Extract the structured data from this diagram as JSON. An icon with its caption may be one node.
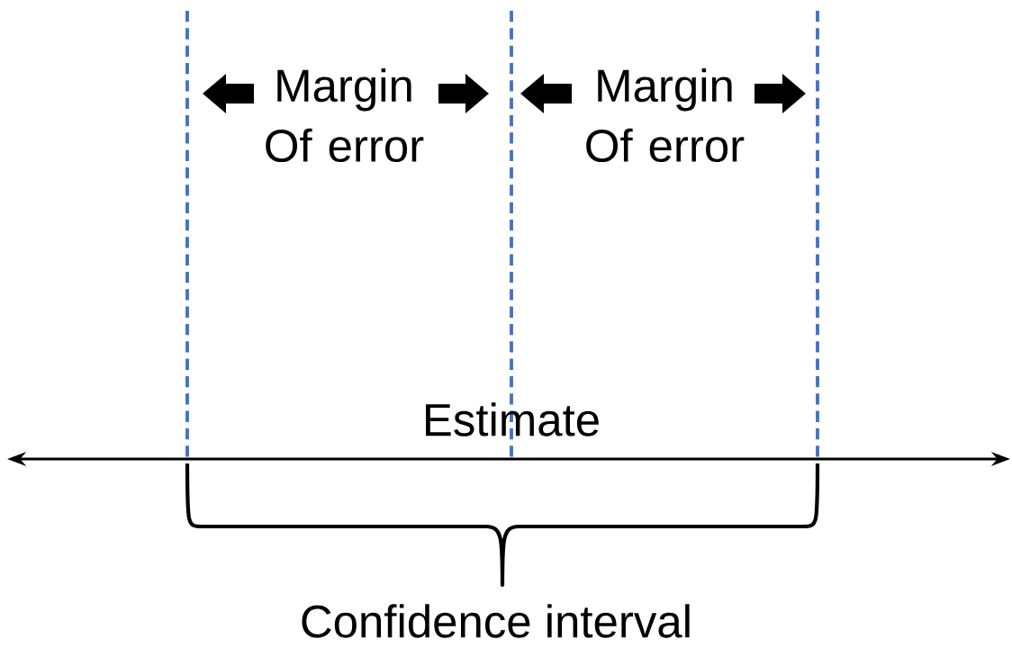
{
  "diagram": {
    "labels": [
      "Margin Of error",
      "Margin Of error",
      "Estimate",
      "Confidence interval"
    ]
  }
}
